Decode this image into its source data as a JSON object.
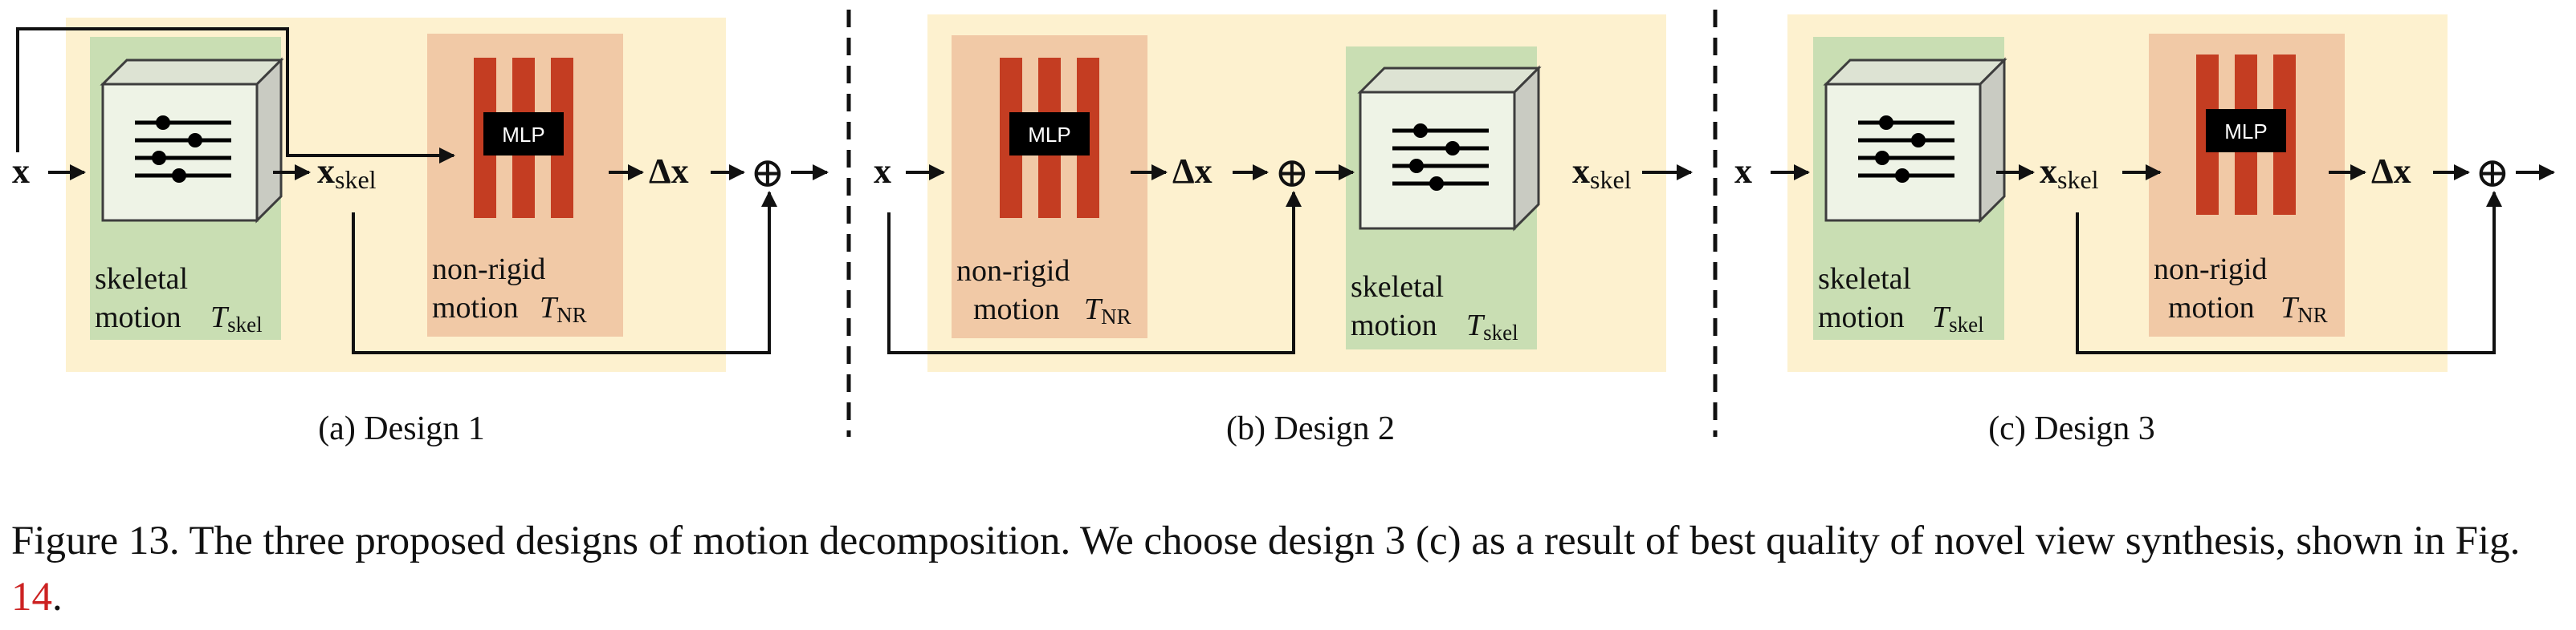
{
  "colors": {
    "panel_bg": "#fdf1cf",
    "skeletal_bg": "#c9deb3",
    "nonrigid_bg": "#f1c9a6",
    "mlp_bar": "#c43d22",
    "mlp_box": "#000000",
    "cube_front": "#eef3e6",
    "cube_side": "#c9cbc2",
    "cube_top": "#dde3d3",
    "stroke": "#111111",
    "reference": "#cc2222"
  },
  "icons": [
    "cube-sliders-icon",
    "mlp-bars-icon",
    "plus-circle-icon",
    "arrow-icon"
  ],
  "labels": {
    "x": "x",
    "x_skel_main": "x",
    "x_skel_sub": "skel",
    "delta_x": "Δx",
    "oplus": "⊕",
    "mlp": "MLP",
    "skeletal_line1": "skeletal",
    "skeletal_line2": "motion",
    "t_skel_main": "T",
    "t_skel_sub": "skel",
    "nonrigid_line1": "non-rigid",
    "nonrigid_line2": "motion",
    "t_nr_main": "T",
    "t_nr_sub": "NR"
  },
  "panels": [
    {
      "caption": "(a) Design 1"
    },
    {
      "caption": "(b) Design 2"
    },
    {
      "caption": "(c) Design 3"
    }
  ],
  "caption": {
    "text": "Figure 13. The three proposed designs of motion decomposition. We choose design 3 (c) as a result of best quality of novel view synthesis, shown in Fig. ",
    "ref": "14",
    "end": "."
  }
}
